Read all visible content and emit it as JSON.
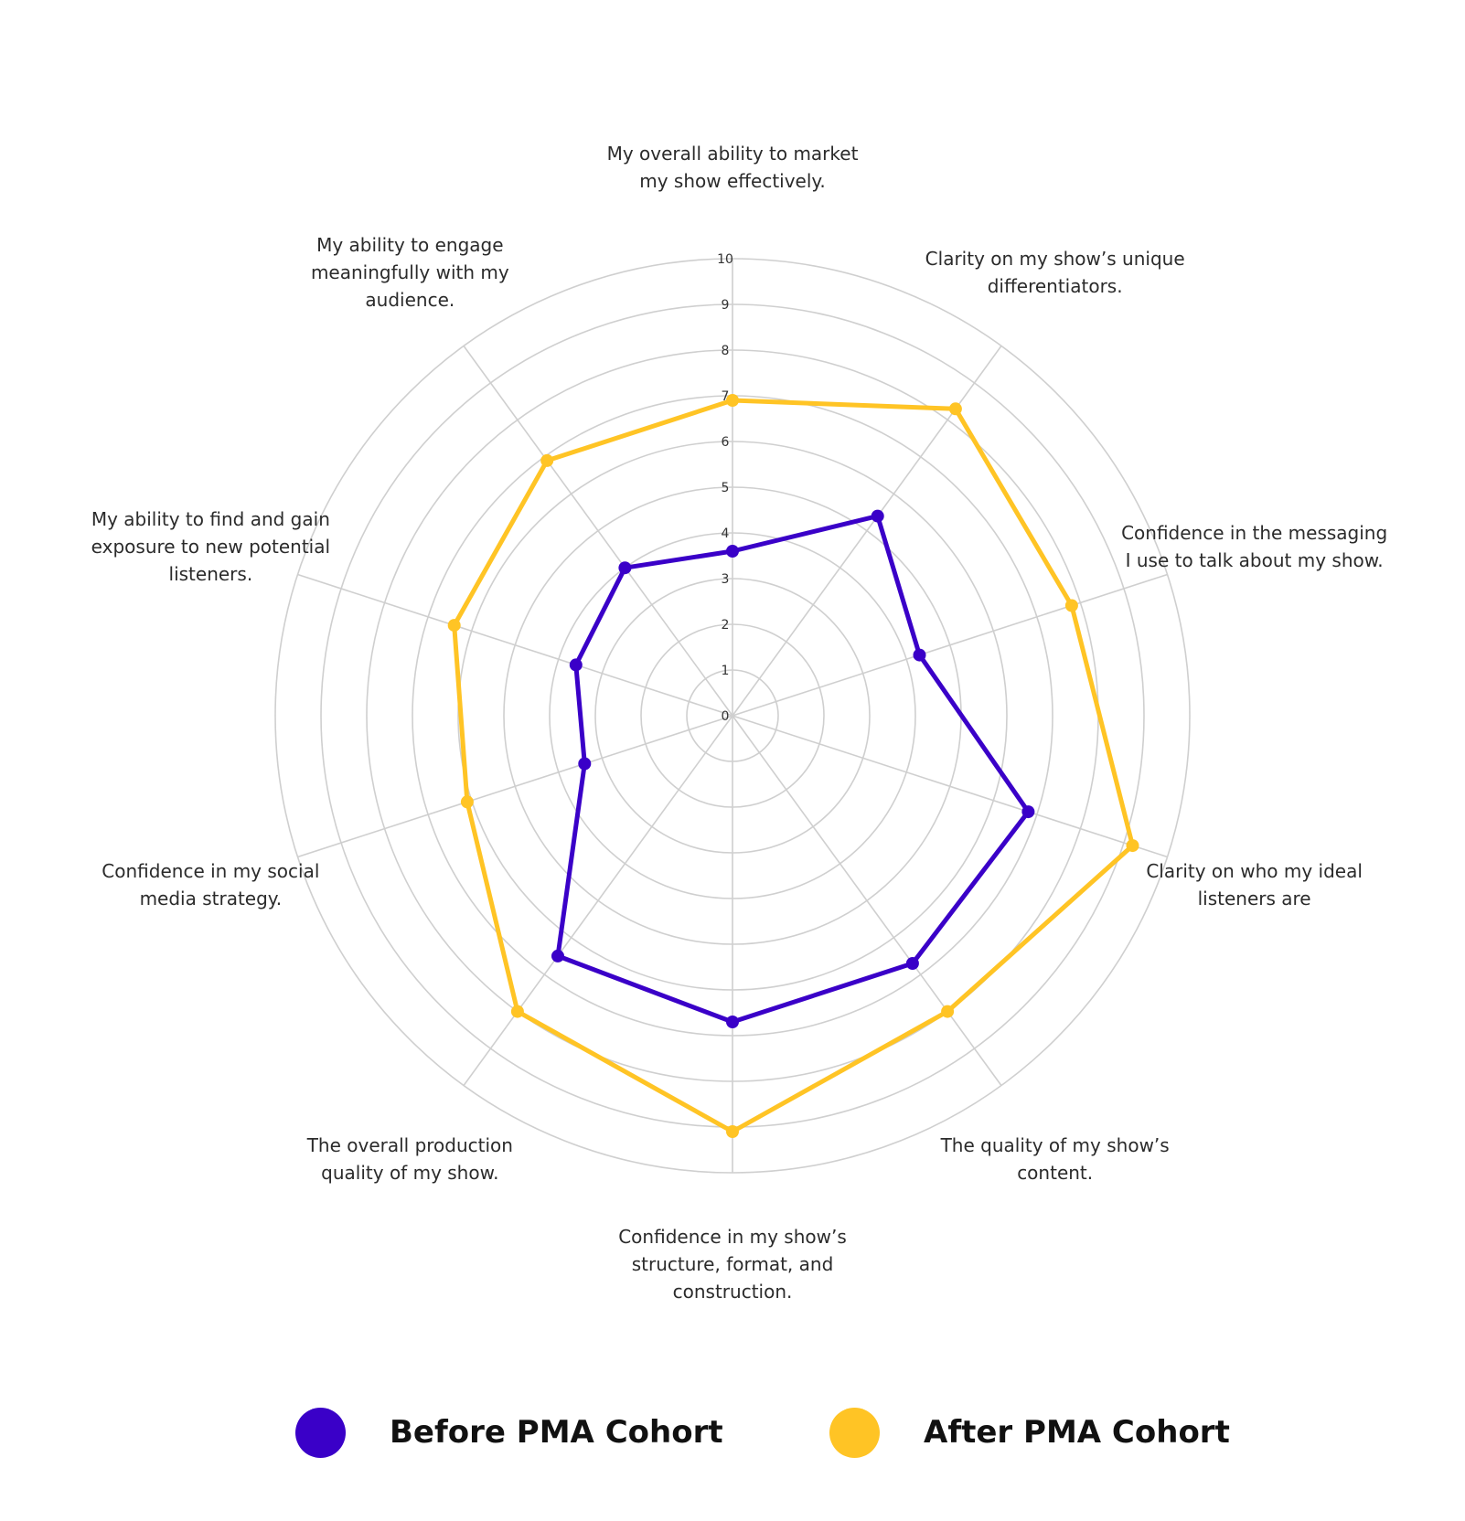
{
  "chart_data": {
    "type": "radar",
    "title": "",
    "r_range": [
      0,
      10
    ],
    "r_ticks": [
      "0",
      "1",
      "2",
      "3",
      "4",
      "5",
      "6",
      "7",
      "8",
      "9",
      "10"
    ],
    "grid": true,
    "legend_position": "bottom",
    "categories": [
      "My overall ability to market my show effectively.",
      "Clarity on my show’s unique differentiators.",
      "Confidence in the messaging I use to talk about my show.",
      "Clarity on who my ideal listeners are",
      "The quality of my show’s content.",
      "Confidence in my show’s structure, format, and construction.",
      "The overall production quality of my show.",
      "Confidence in my social media strategy.",
      "My ability to find and gain exposure to new potential listeners.",
      "My ability to engage meaningfully with my audience."
    ],
    "series": [
      {
        "name": "Before PMA Cohort",
        "color": "#3a00c8",
        "values": [
          3.6,
          5.4,
          4.3,
          6.8,
          6.7,
          6.7,
          6.5,
          3.4,
          3.6,
          4.0
        ]
      },
      {
        "name": "After PMA Cohort",
        "color": "#ffc425",
        "values": [
          6.9,
          8.3,
          7.8,
          9.2,
          8.0,
          9.1,
          8.0,
          6.1,
          6.4,
          6.9
        ]
      }
    ]
  }
}
